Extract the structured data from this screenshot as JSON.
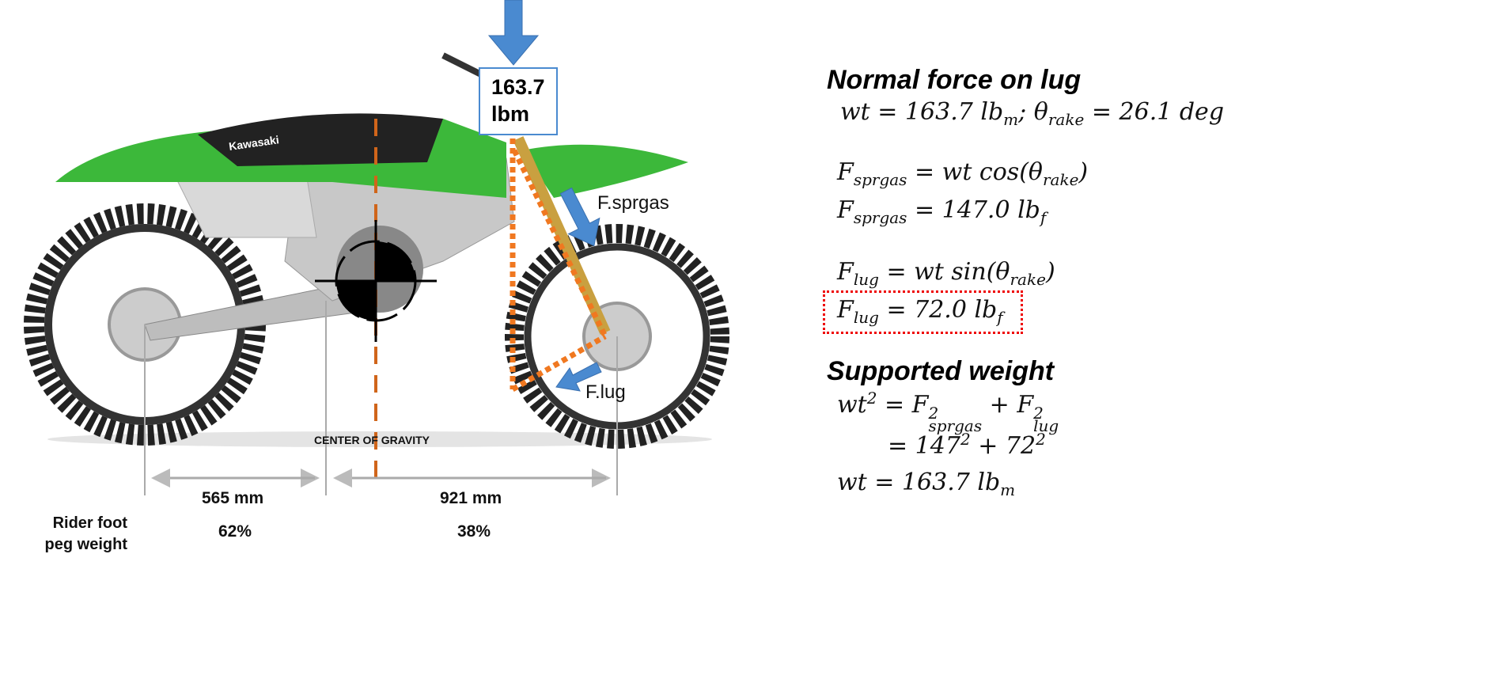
{
  "diagram": {
    "weight_box": {
      "value": "163.7",
      "unit": "lbm"
    },
    "labels": {
      "center_of_gravity": "CENTER OF GRAVITY",
      "f_sprgas": "F.sprgas",
      "f_lug": "F.lug",
      "brand": "Kawasaki"
    },
    "dimensions": {
      "rear": "565 mm",
      "front": "921 mm",
      "rear_pct": "62%",
      "front_pct": "38%",
      "row_label_1": "Rider foot",
      "row_label_2": "peg weight"
    },
    "colors": {
      "arrow": "#4a8ad0",
      "orange": "#f07820",
      "cg_line": "#d0651a",
      "bike_green": "#3cb83a",
      "red_box": "#e00000"
    }
  },
  "equations": {
    "heading1": "Normal force on lug",
    "eq1": {
      "a": "wt = 163.7 lb",
      "a_sub": "m",
      "b": ";  θ",
      "b_sub": "rake",
      "c": " = 26.1 deg"
    },
    "eq2": {
      "a": "F",
      "a_sub": "sprgas",
      "b": " = wt cos(θ",
      "b_sub": "rake",
      "c": ")"
    },
    "eq3": {
      "a": "F",
      "a_sub": "sprgas",
      "b": " = 147.0 lb",
      "b_sub": "f"
    },
    "eq4": {
      "a": "F",
      "a_sub": "lug",
      "b": " = wt sin(θ",
      "b_sub": "rake",
      "c": ")"
    },
    "eq5": {
      "a": "F",
      "a_sub": "lug",
      "b": " = 72.0 lb",
      "b_sub": "f"
    },
    "heading2": "Supported weight",
    "eq6": {
      "a": "wt",
      "a_sup": "2",
      "b": " = F",
      "b_sup": "2",
      "b_sub": "sprgas",
      "c": " + F",
      "c_sup": "2",
      "c_sub": "lug"
    },
    "eq7": {
      "a": "= 147",
      "a_sup": "2",
      "b": " + 72",
      "b_sup": "2"
    },
    "eq8": {
      "a": "wt = 163.7 lb",
      "a_sub": "m"
    }
  }
}
